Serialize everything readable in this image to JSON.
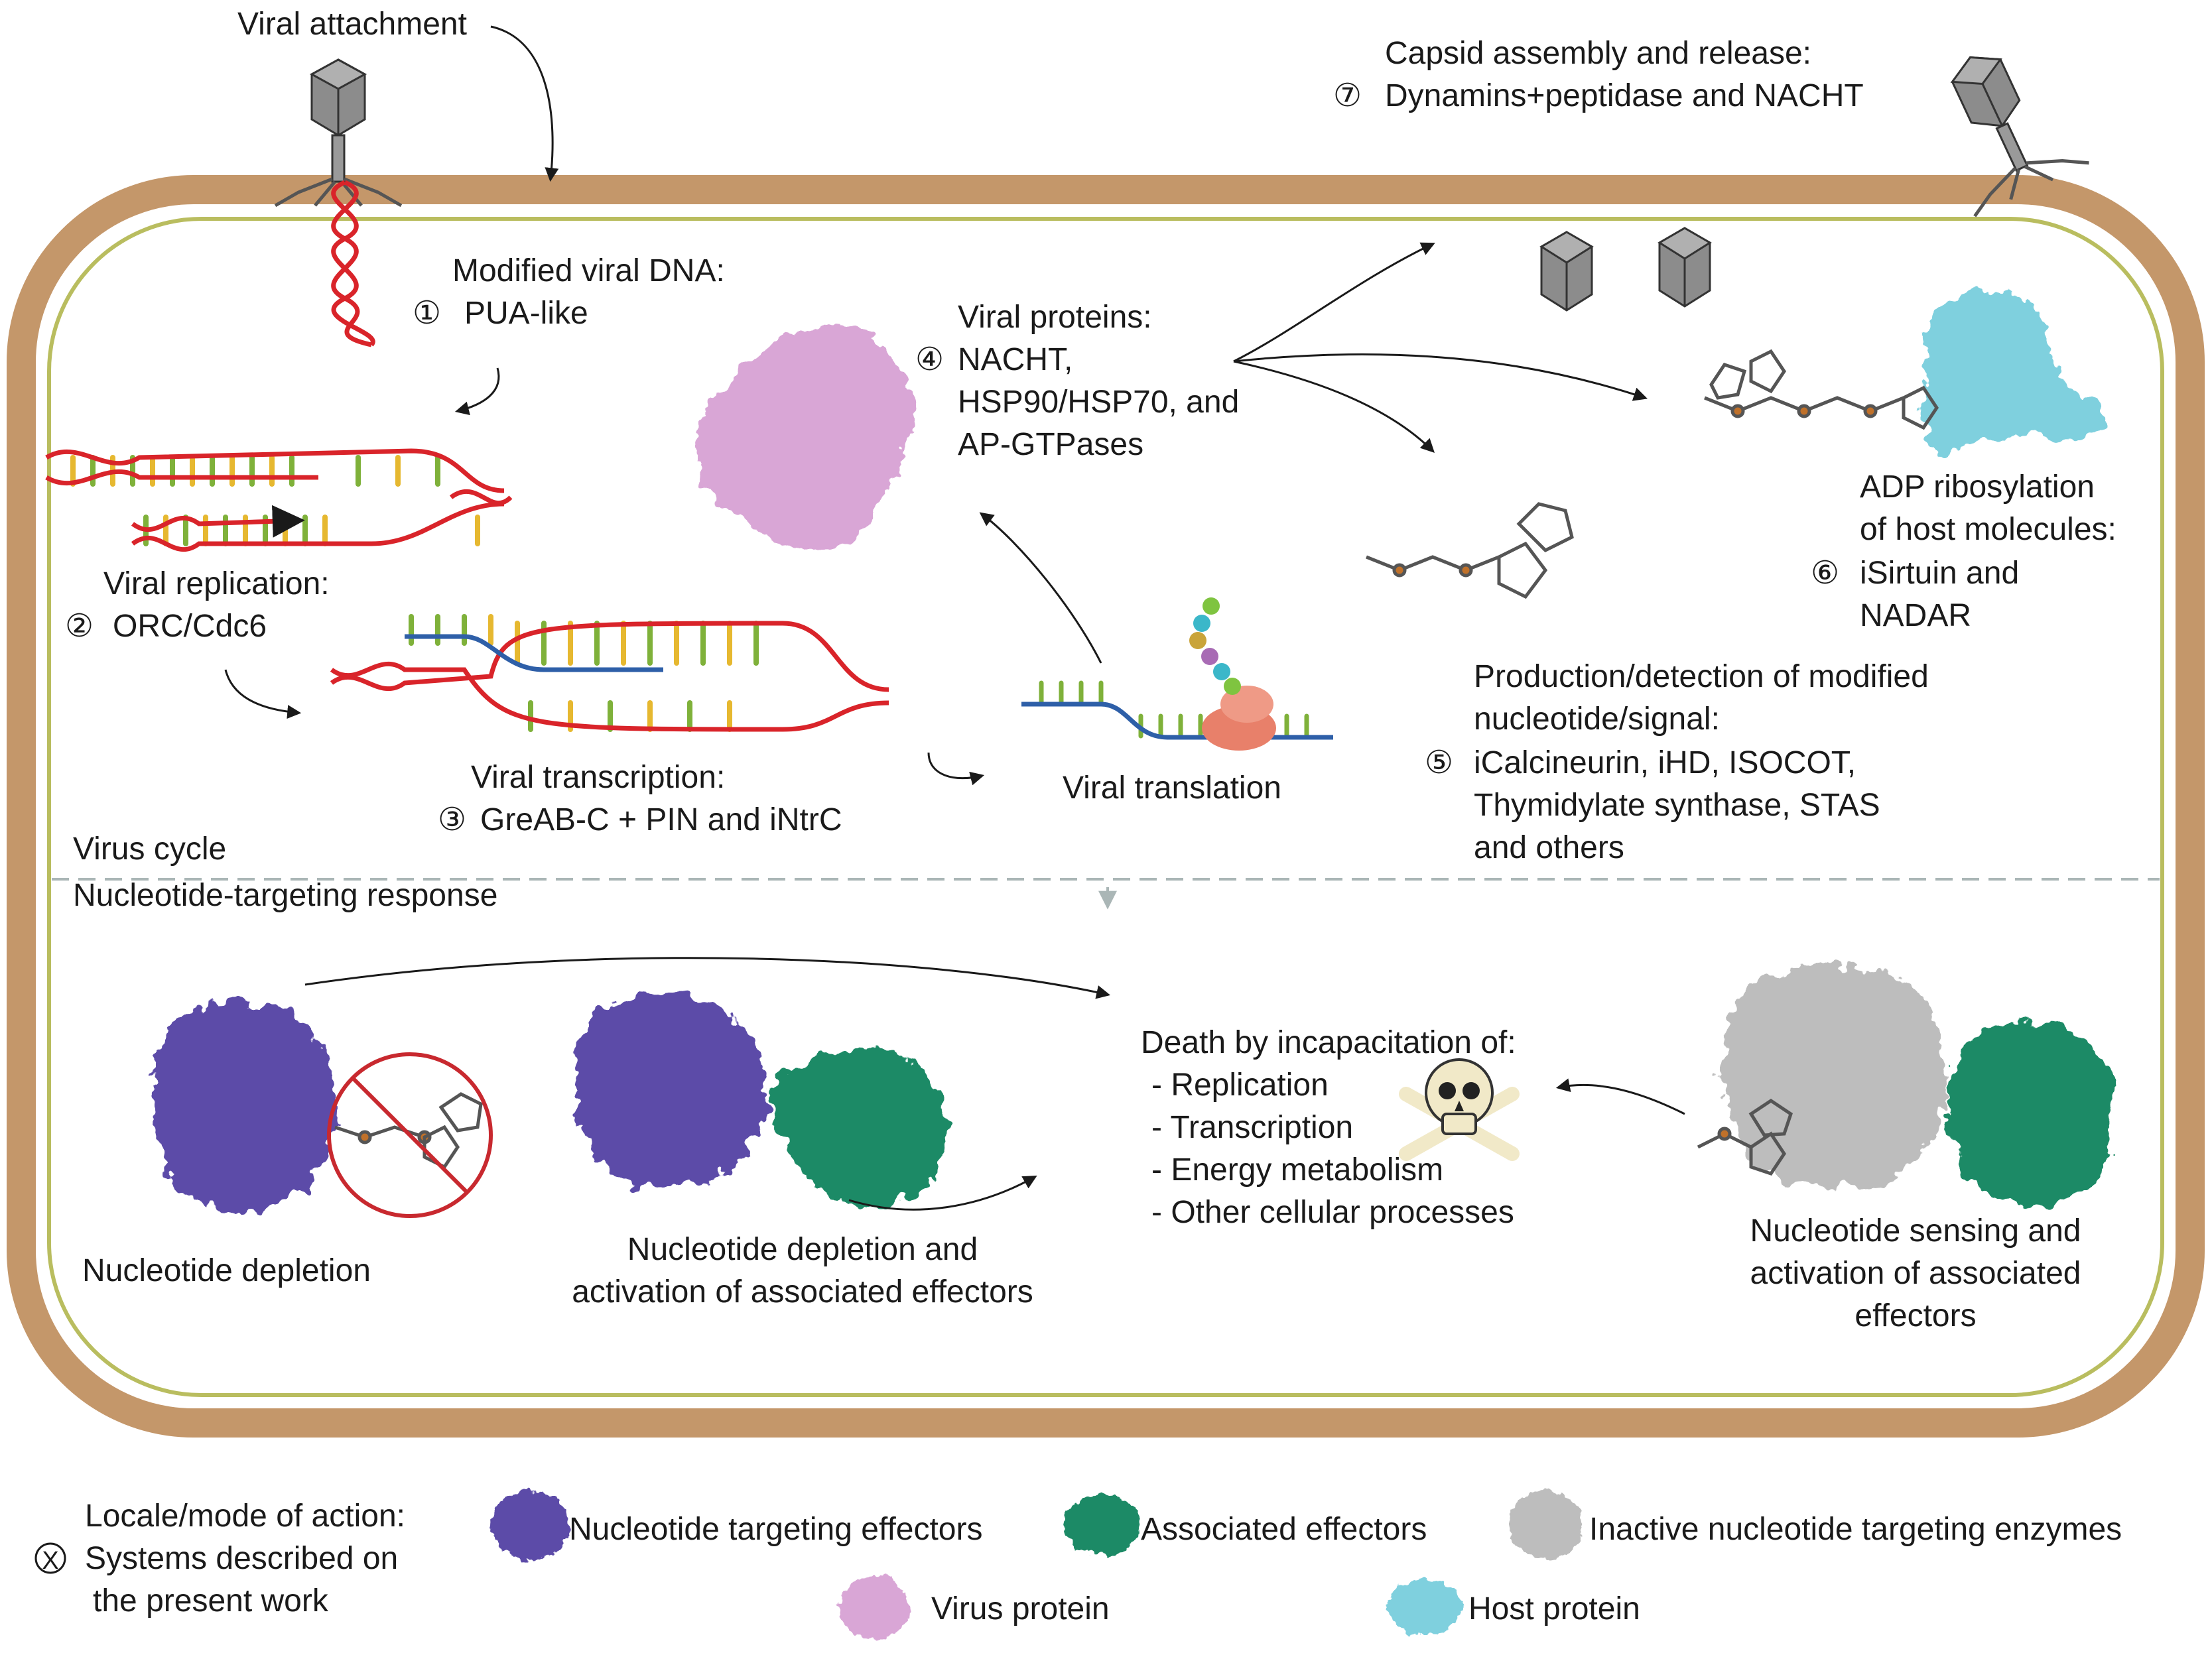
{
  "colors": {
    "cell_wall": "#c4976a",
    "membrane": "#b9bd5f",
    "dna_red": "#d9242a",
    "dna_rung_green": "#7fb13a",
    "dna_rung_yellow": "#e6b830",
    "rna_blue": "#2e5fa8",
    "virus_protein": "#d9a6d6",
    "host_protein": "#7fd0de",
    "nucleotide_targeting_effector": "#5b4ba8",
    "associated_effector": "#1f8a66",
    "inactive_enzyme": "#bdbdbd",
    "ribosome": "#e8806a",
    "capsid": "#8c8c8c",
    "divider": "#aab6b6"
  },
  "icons": [
    "phage-icon",
    "skull-crossbones-icon",
    "ribosome-icon",
    "no-sign-icon"
  ],
  "virus_cycle": {
    "label": "Virus cycle",
    "attachment": "Viral attachment",
    "capsid_assembly": {
      "title": "Capsid assembly and release:",
      "marker": "⑦",
      "systems": "Dynamins+peptidase and NACHT"
    },
    "modified_dna": {
      "title": "Modified viral DNA:",
      "marker": "①",
      "systems": "PUA-like"
    },
    "replication": {
      "title": "Viral replication:",
      "marker": "②",
      "systems": "ORC/Cdc6"
    },
    "transcription": {
      "title": "Viral transcription:",
      "marker": "③",
      "systems": "GreAB-C + PIN and iNtrC"
    },
    "viral_proteins": {
      "title": "Viral proteins:",
      "marker": "④",
      "line1": "NACHT,",
      "line2": "HSP90/HSP70, and",
      "line3": "AP-GTPases"
    },
    "translation": "Viral translation",
    "nucleotide_signal": {
      "line1": "Production/detection of modified",
      "line2": "nucleotide/signal:",
      "marker": "⑤",
      "line3": "iCalcineurin,  iHD,  ISOCOT,",
      "line4": "Thymidylate synthase, STAS",
      "line5": "and others"
    },
    "adp_ribosylation": {
      "line1": "ADP ribosylation",
      "line2": "of host molecules:",
      "marker": "⑥",
      "line3": "iSirtuin and",
      "line4": "NADAR"
    }
  },
  "response": {
    "label": "Nucleotide-targeting response",
    "depletion": "Nucleotide depletion",
    "depletion_activation": {
      "line1": "Nucleotide depletion and",
      "line2": "activation of associated effectors"
    },
    "death": {
      "title": "Death by incapacitation of:",
      "items": [
        "- Replication",
        "- Transcription",
        "- Energy metabolism",
        "- Other cellular processes"
      ]
    },
    "sensing": {
      "line1": "Nucleotide sensing and",
      "line2": "activation of associated",
      "line3": "effectors"
    }
  },
  "legend": {
    "marker": "X",
    "line1": "Locale/mode of action:",
    "line2": "Systems described on",
    "line3": "the present work",
    "items": [
      {
        "label": "Nucleotide targeting effectors",
        "color": "#5b4ba8"
      },
      {
        "label": "Associated effectors",
        "color": "#1f8a66"
      },
      {
        "label": "Inactive nucleotide targeting enzymes",
        "color": "#bdbdbd"
      },
      {
        "label": "Virus protein",
        "color": "#d9a6d6"
      },
      {
        "label": "Host protein",
        "color": "#7fd0de"
      }
    ]
  }
}
